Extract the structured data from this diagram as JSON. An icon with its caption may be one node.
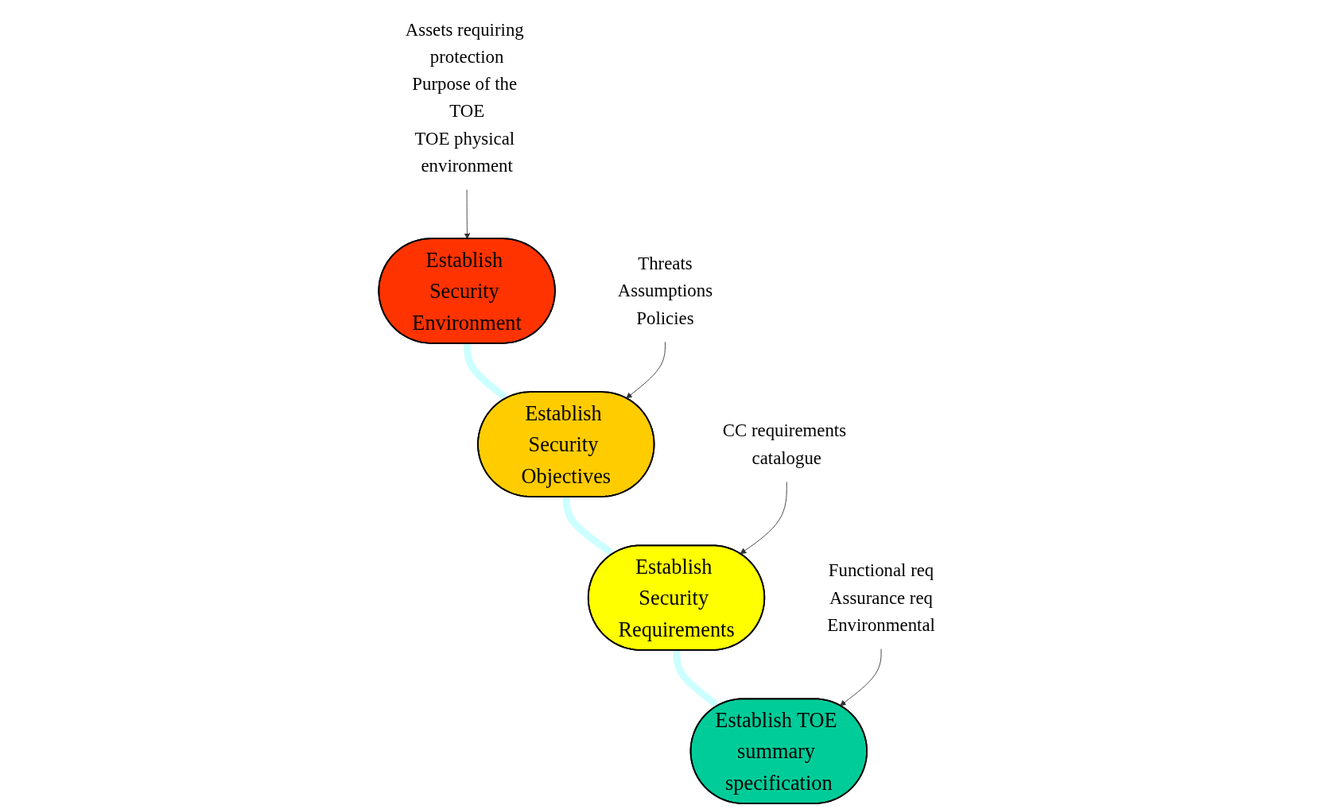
{
  "diagram": {
    "nodes": [
      {
        "text": [
          "Establish Security Environment"
        ]
      },
      {
        "text": [
          "Assets requiring protection",
          "Purpose of the TOE",
          "TOE physical environment"
        ]
      },
      {
        "text": [
          "Establish Security Objectives"
        ]
      },
      {
        "text": [
          "Threats",
          "Assumptions",
          "Policies"
        ]
      },
      {
        "text": [
          "Establish Security Requirements"
        ]
      },
      {
        "text": [
          "CC requirements catalogue"
        ]
      },
      {
        "text": [
          "Establish TOE summary specification"
        ]
      },
      {
        "text": [
          "Functional req",
          "Assurance req",
          "Environmental"
        ]
      }
    ],
    "edges": [
      {
        "from": 1,
        "to": 0,
        "arrow": "to"
      },
      {
        "from": 0,
        "to": 2,
        "arrow": "to",
        "style": "thick",
        "color": "#ccffff"
      },
      {
        "from": 3,
        "to": 2,
        "arrow": "to"
      },
      {
        "from": 2,
        "to": 4,
        "arrow": "to",
        "style": "thick",
        "color": "#ccffff"
      },
      {
        "from": 5,
        "to": 4,
        "arrow": "to"
      },
      {
        "from": 4,
        "to": 6,
        "arrow": "to",
        "style": "thick",
        "color": "#ccffff"
      },
      {
        "from": 7,
        "to": 6,
        "arrow": "to"
      }
    ]
  }
}
